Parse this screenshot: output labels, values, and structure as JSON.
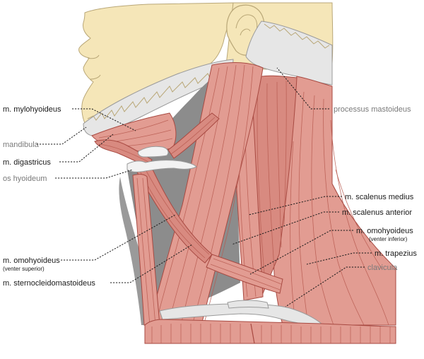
{
  "labels": {
    "mylohyoideus": "m. mylohyoideus",
    "mandibula": "mandibula",
    "digastricus": "m. digastricus",
    "os_hyoideum": "os hyoideum",
    "omohyoideus_sup": "m. omohyoideus",
    "omohyoideus_sup_sub": "(venter superior)",
    "sternocleidomastoideus": "m. sternocleidomastoideus",
    "processus_mastoideus": "processus mastoideus",
    "scalenus_medius": "m. scalenus medius",
    "scalenus_anterior": "m. scalenus anterior",
    "omohyoideus_inf": "m. omohyoideus",
    "omohyoideus_inf_sub": "(venter inferior)",
    "trapezius": "m. trapezius",
    "clavicula": "clavicula"
  },
  "colors": {
    "skin": "#f5e6b8",
    "skin_stroke": "#b9a777",
    "muscle": "#e29c92",
    "muscle_stroke": "#a84a42",
    "bone": "#e6e6e6",
    "deep_shadow": "#8c8c8c",
    "muscle_label": "#1a1a1a",
    "bone_label": "#7a7a7a"
  }
}
